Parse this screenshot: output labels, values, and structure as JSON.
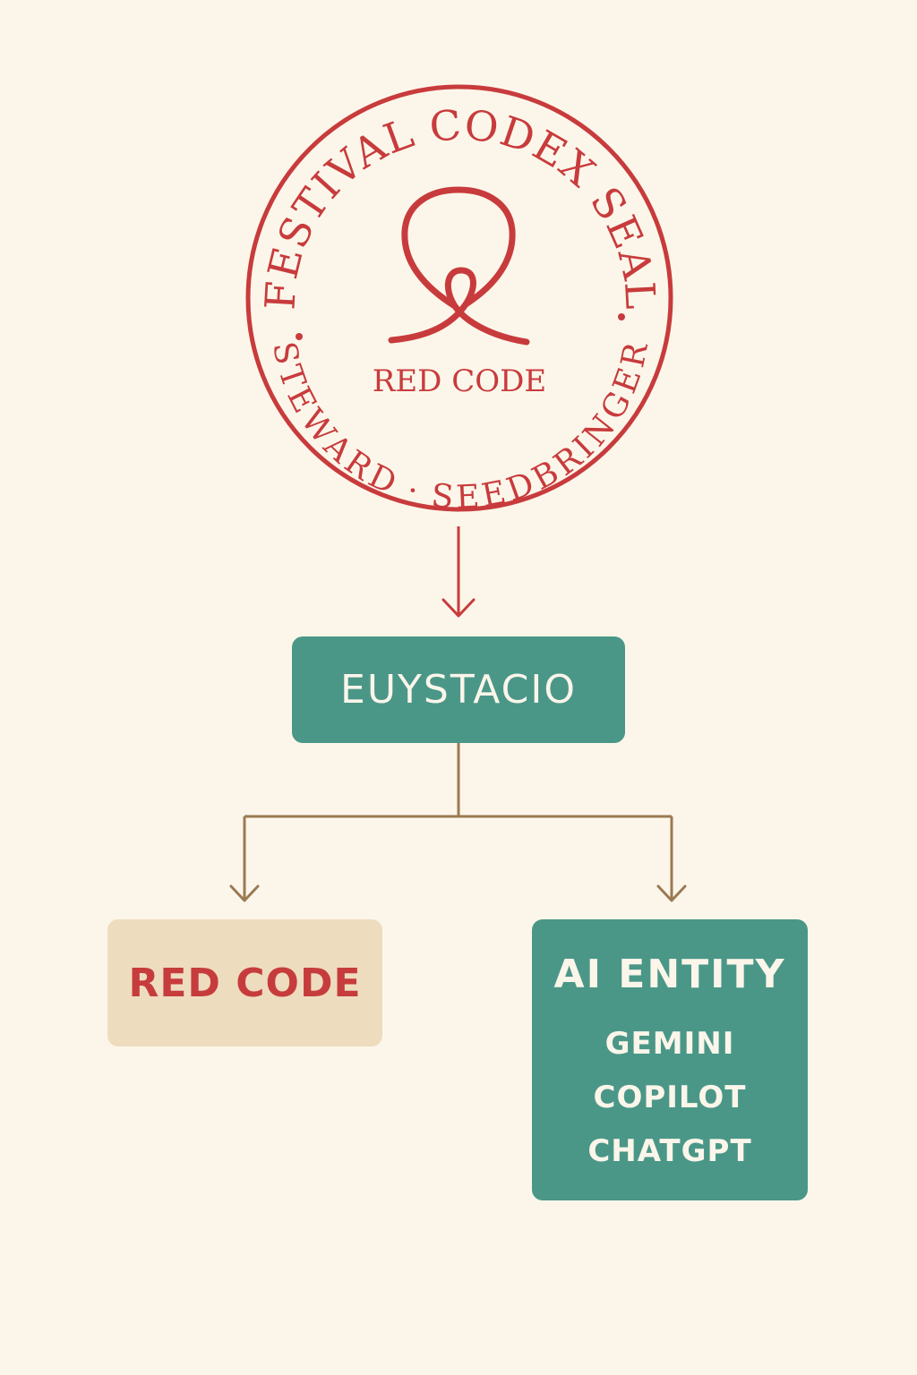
{
  "seal": {
    "ring_top": "FESTIVAL CODEX SEAL",
    "ring_bottom": "STEWARD · SEEDBRINGER",
    "center_label": "RED CODE",
    "color": "#c83b3c"
  },
  "nodes": {
    "root": {
      "label": "EUYSTACIO",
      "color": "#4a9788"
    },
    "left": {
      "label": "RED CODE",
      "color": "#eedcbf",
      "text_color": "#c63c3d"
    },
    "right": {
      "label": "AI ENTITY",
      "color": "#4a9788",
      "items": [
        "GEMINI",
        "COPILOT",
        "CHATGPT"
      ]
    }
  },
  "connector_colors": {
    "seal_arrow": "#c83b3c",
    "tree_lines": "#9a7a52"
  },
  "background": "#fcf6ea"
}
